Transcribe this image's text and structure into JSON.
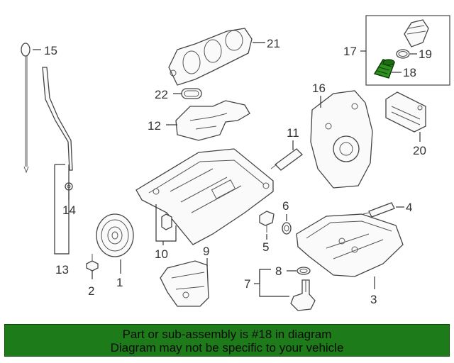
{
  "callouts": {
    "c1": "1",
    "c2": "2",
    "c3": "3",
    "c4": "4",
    "c5": "5",
    "c6": "6",
    "c7": "7",
    "c8": "8",
    "c9": "9",
    "c10": "10",
    "c11": "11",
    "c12": "12",
    "c13": "13",
    "c14": "14",
    "c15": "15",
    "c16": "16",
    "c17": "17",
    "c18": "18",
    "c19": "19",
    "c20": "20",
    "c21": "21",
    "c22": "22"
  },
  "highlight": {
    "part": "18",
    "color": "#1e7b1a"
  },
  "banner": {
    "line1": "Part or sub-assembly is #18 in diagram",
    "line2": "Diagram may not be specific to your vehicle"
  }
}
